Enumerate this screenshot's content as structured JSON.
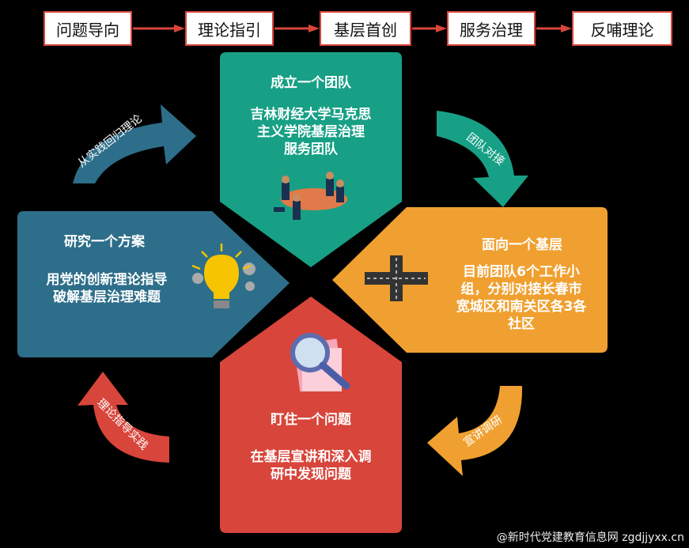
{
  "flow": {
    "steps": [
      "问题导向",
      "理论指引",
      "基层首创",
      "服务治理",
      "反哺理论"
    ]
  },
  "panels": {
    "team": {
      "title": "成立一个团队",
      "body": [
        "吉林财经大学马克思",
        "主义学院基层治理",
        "服务团队"
      ]
    },
    "grassroots": {
      "title": "面向一个基层",
      "body": [
        "目前团队6个工作小",
        "组，分别对接长春市",
        "宽城区和南关区各3各",
        "社区"
      ]
    },
    "problem": {
      "title": "盯住一个问题",
      "body": [
        "在基层宣讲和深入调",
        "研中发现问题"
      ]
    },
    "plan": {
      "title": "研究一个方案",
      "body": [
        "用党的创新理论指导",
        "破解基层治理难题"
      ]
    }
  },
  "arrows": {
    "top_left": "从实践回归理论",
    "top_right": "团队对接",
    "bottom_right": "宣讲调研",
    "bottom_left": "理论指导实践"
  },
  "colors": {
    "team": "#17a085",
    "grassroots": "#f0a030",
    "problem": "#d8453b",
    "plan": "#2d6e8a",
    "flow_border": "#d8453b"
  },
  "watermark": "@新时代党建教育信息网 zgdjjyxx.cn"
}
